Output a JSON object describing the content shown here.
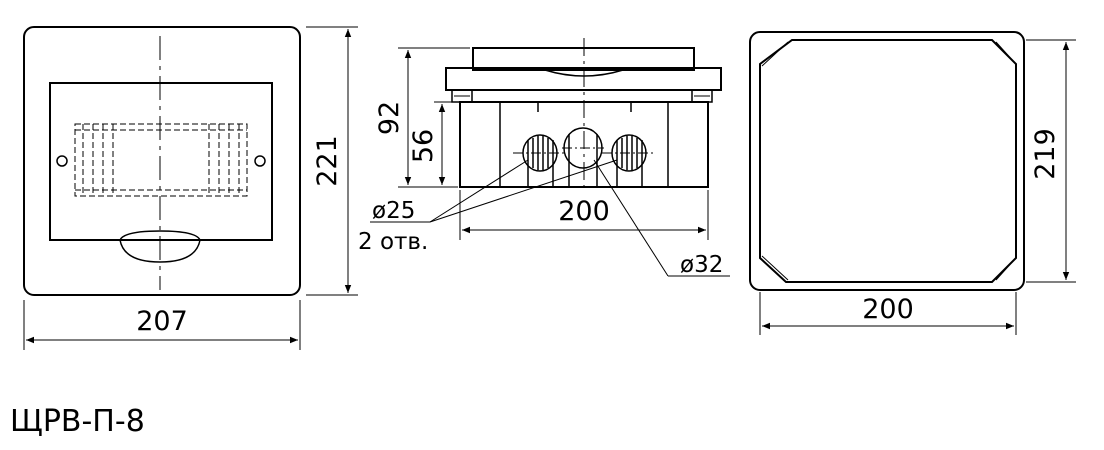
{
  "front_view": {
    "width_label": "207",
    "height_label": "221"
  },
  "side_view": {
    "height_label": "92",
    "box_height_label": "56",
    "width_label": "200",
    "hole_small_label": "ø25",
    "hole_small_count": "2 отв.",
    "hole_large_label": "ø32"
  },
  "back_view": {
    "width_label": "200",
    "height_label": "219"
  },
  "model": {
    "name": "ЩРВ-П-8"
  }
}
